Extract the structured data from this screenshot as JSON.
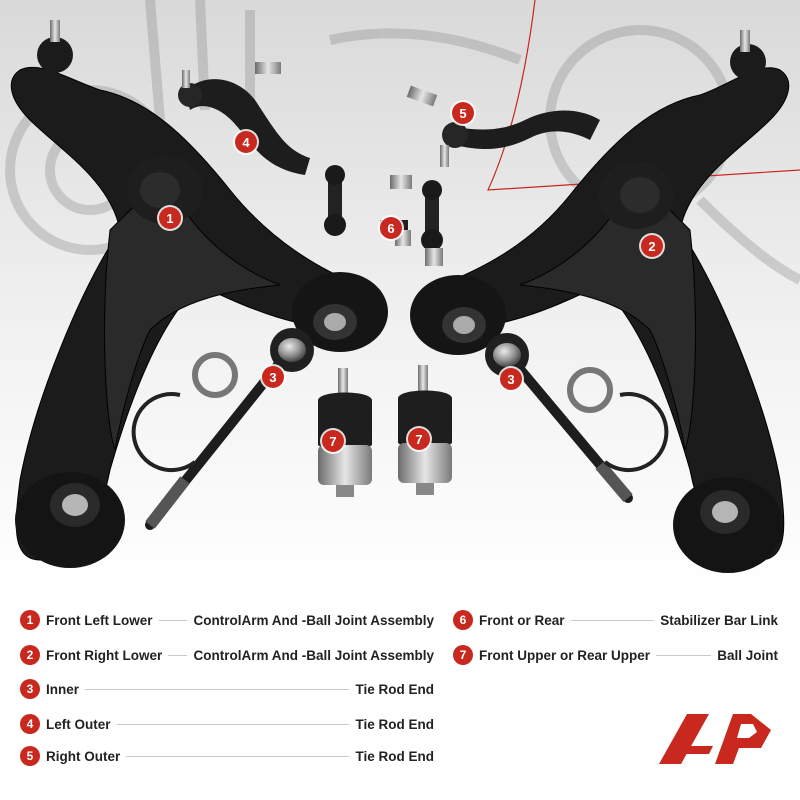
{
  "badges": [
    "1",
    "2",
    "3",
    "3",
    "4",
    "5",
    "6",
    "7",
    "7"
  ],
  "legend": {
    "left_column": [
      {
        "num": "1",
        "left": "Front Left Lower",
        "right": "ControlArm And -Ball Joint Assembly"
      },
      {
        "num": "2",
        "left": "Front Right Lower",
        "right": "ControlArm And -Ball Joint Assembly"
      },
      {
        "num": "3",
        "left": "Inner",
        "right": "Tie Rod End"
      },
      {
        "num": "4",
        "left": "Left Outer",
        "right": "Tie Rod End"
      },
      {
        "num": "5",
        "left": "Right Outer",
        "right": "Tie Rod End"
      }
    ],
    "right_column": [
      {
        "num": "6",
        "left": "Front or Rear",
        "right": "Stabilizer Bar Link"
      },
      {
        "num": "7",
        "left": "Front Upper or Rear Upper",
        "right": "Ball Joint"
      }
    ]
  },
  "colors": {
    "accent": "#c8281e",
    "part": "#1b1b1b",
    "background": "#ffffff",
    "text": "#222222"
  },
  "logo": {
    "name": "a-premium-logo-icon"
  }
}
